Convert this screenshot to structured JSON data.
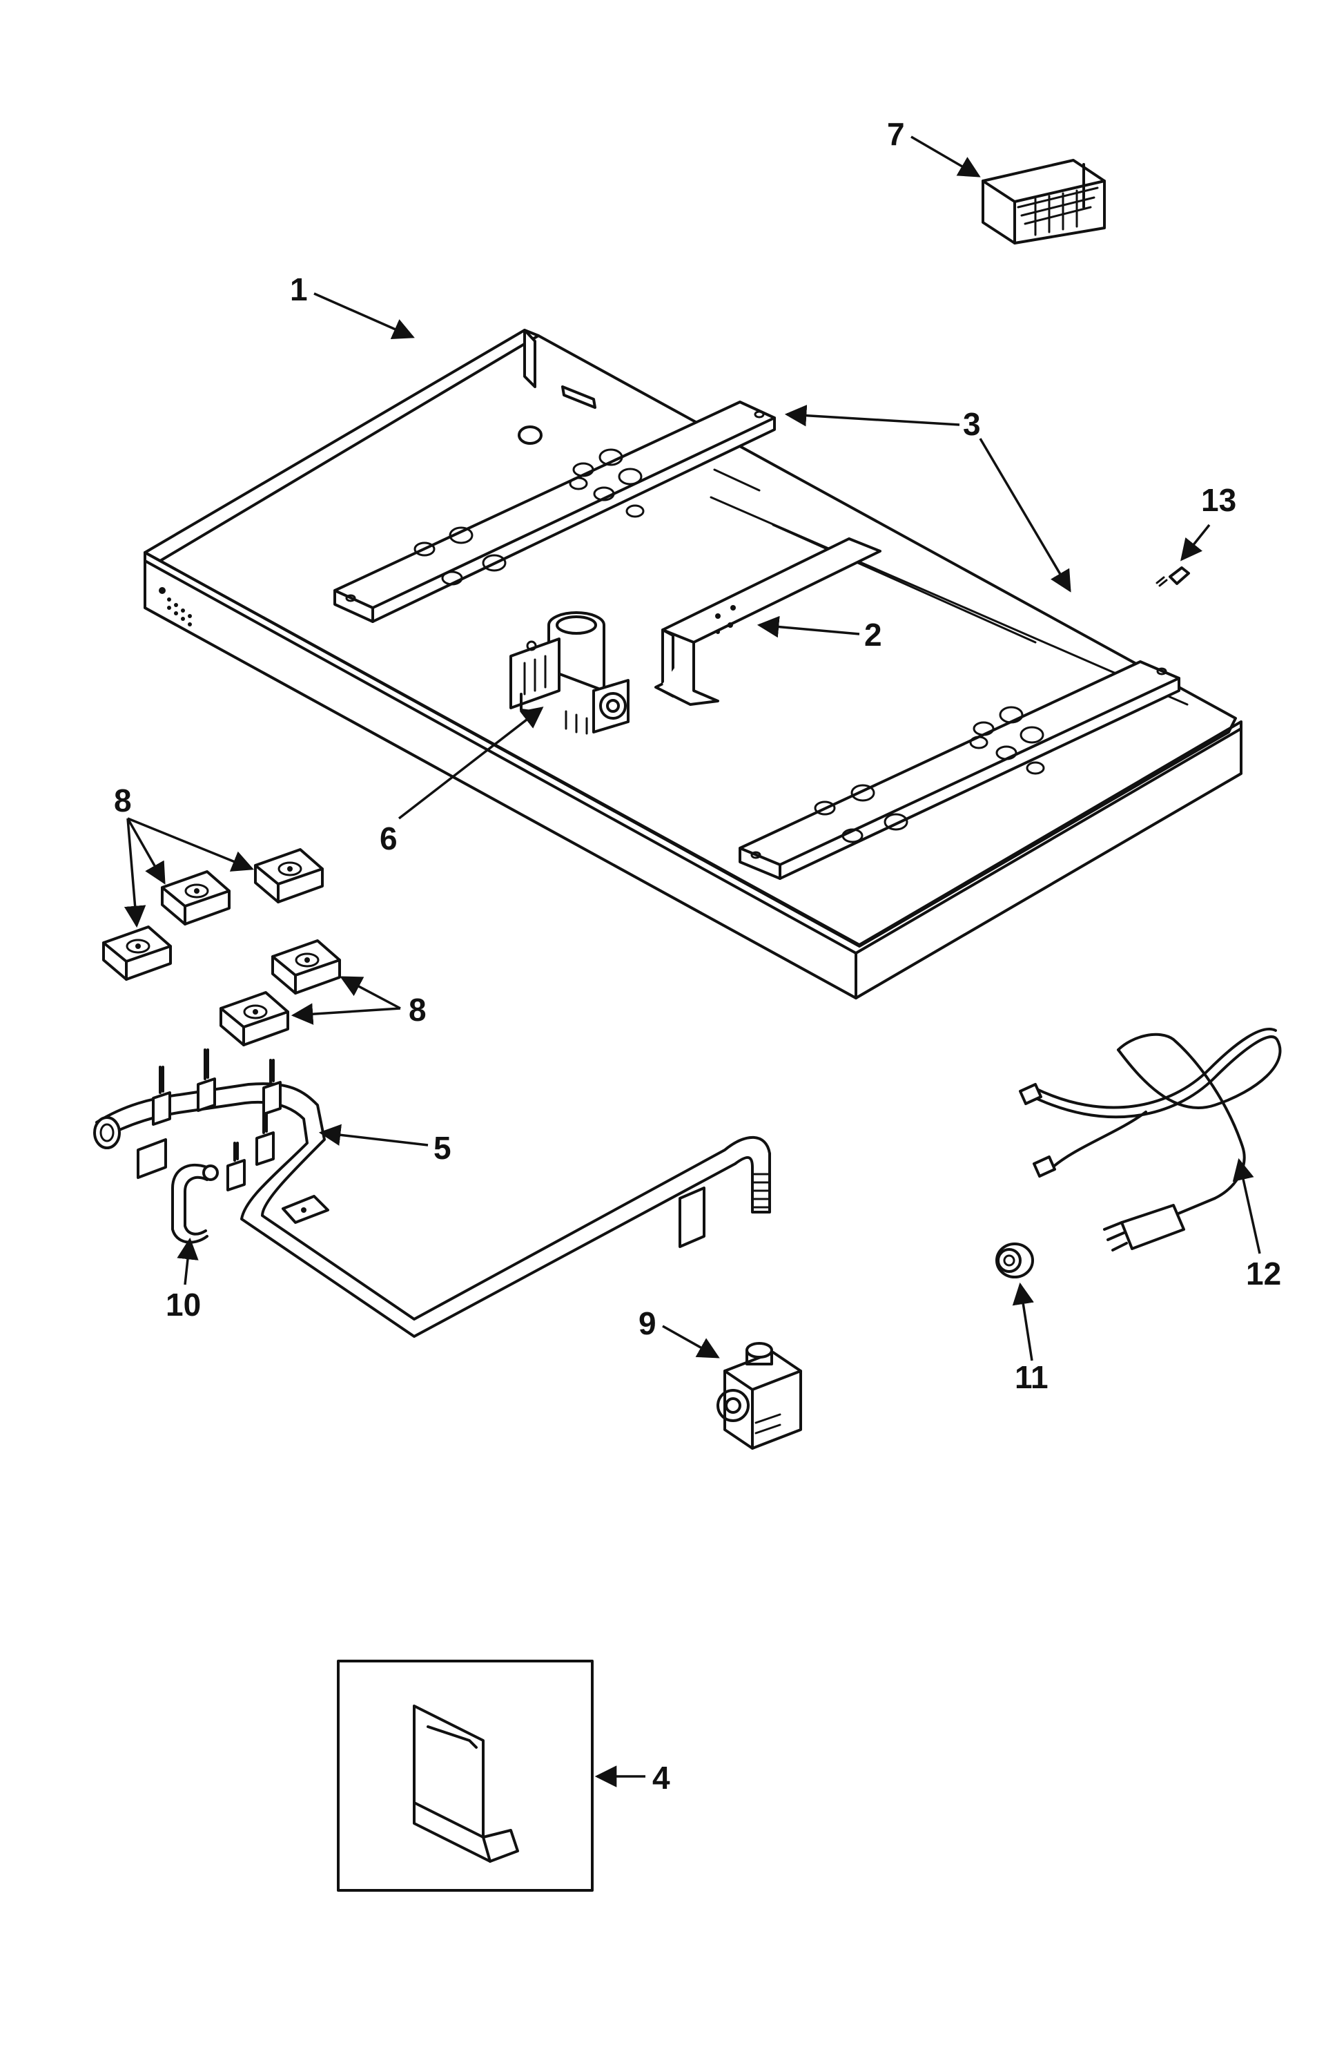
{
  "colors": {
    "ink": "#111111",
    "paper": "#ffffff"
  },
  "callouts": {
    "c1": "1",
    "c2": "2",
    "c3": "3",
    "c4": "4",
    "c5": "5",
    "c6": "6",
    "c7": "7",
    "c8a": "8",
    "c8b": "8",
    "c9": "9",
    "c10": "10",
    "c11": "11",
    "c12": "12",
    "c13": "13"
  }
}
